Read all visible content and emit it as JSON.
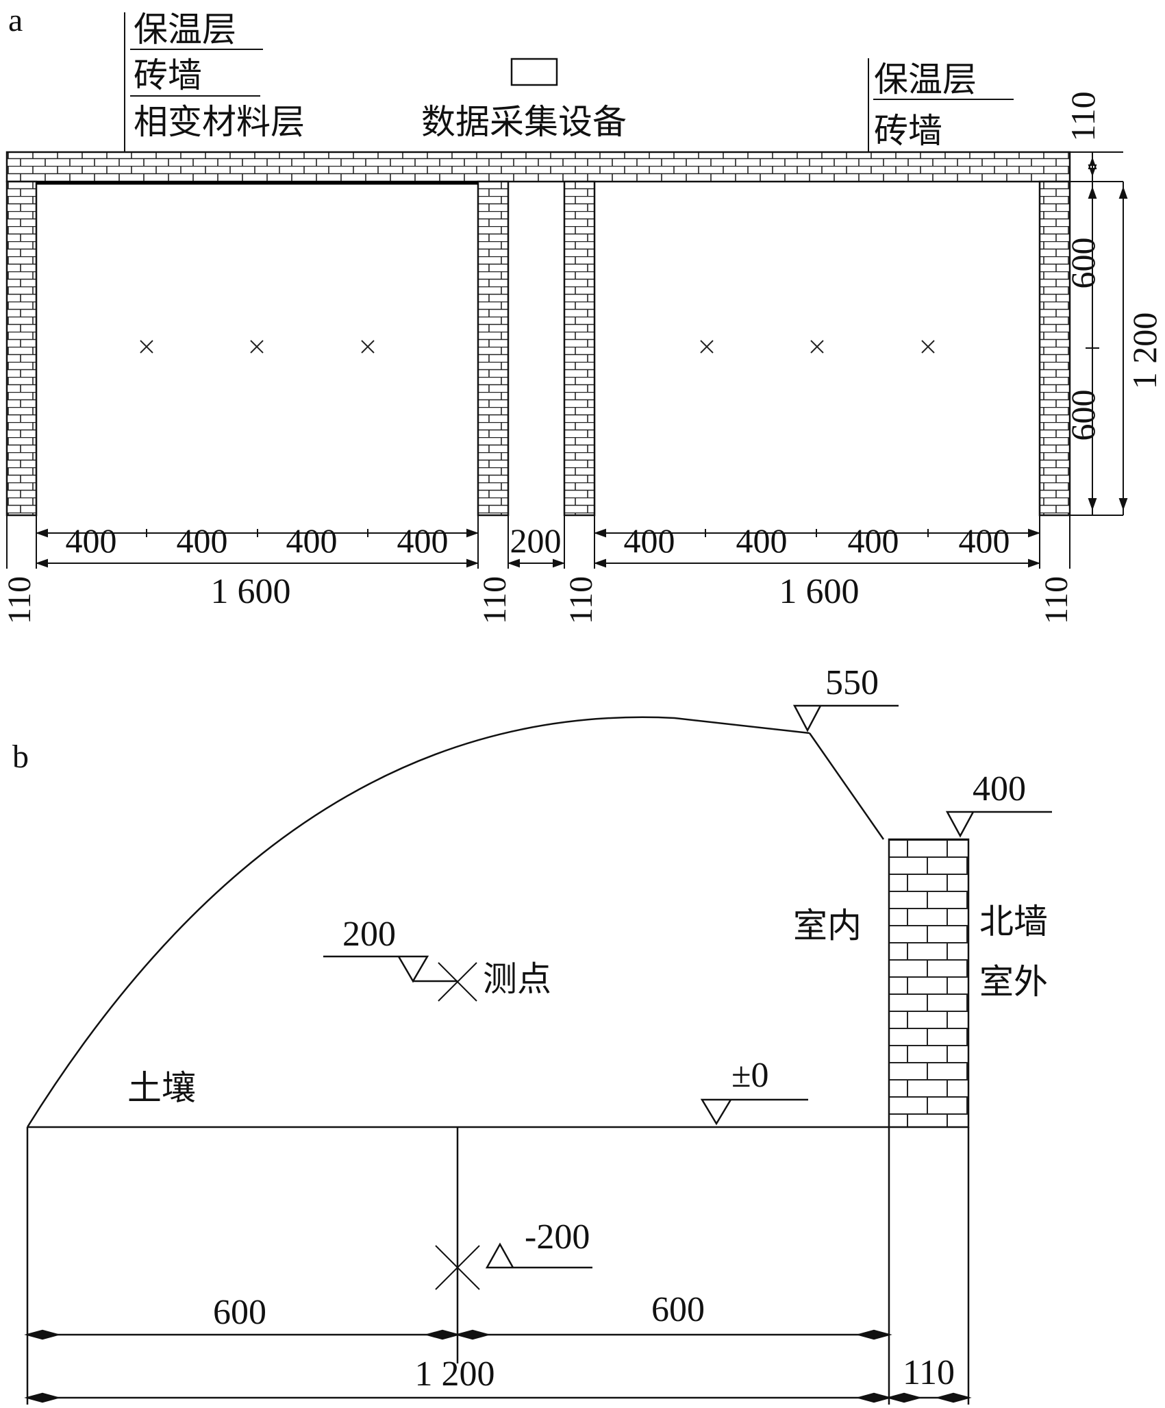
{
  "panel_a": {
    "panel_label": "a",
    "labels": {
      "insulation_left": "保温层",
      "brick_left": "砖墙",
      "pcm_layer": "相变材料层",
      "device": "数据采集设备",
      "insulation_right": "保温层",
      "brick_right": "砖墙"
    },
    "dimensions": {
      "top_wall": "110",
      "half_h_upper": "600",
      "half_h_lower": "600",
      "height_total": "1 200",
      "left_segments": [
        "400",
        "400",
        "400",
        "400"
      ],
      "gap": "200",
      "right_segments": [
        "400",
        "400",
        "400",
        "400"
      ],
      "left_total": "1 600",
      "right_total": "1 600",
      "wall_left_1": "110",
      "wall_left_2": "110",
      "wall_right_1": "110",
      "wall_right_2": "110"
    },
    "measure_points": 6
  },
  "panel_b": {
    "panel_label": "b",
    "elevations": {
      "ridge": "550",
      "wall_top": "400",
      "point_upper": "200",
      "ground": "±0",
      "point_lower": "-200"
    },
    "labels": {
      "measure_point": "测点",
      "indoor": "室内",
      "north_wall": "北墙",
      "outdoor": "室外",
      "soil": "土壤"
    },
    "dimensions": {
      "left_half": "600",
      "right_half": "600",
      "total": "1 200",
      "wall": "110"
    }
  }
}
